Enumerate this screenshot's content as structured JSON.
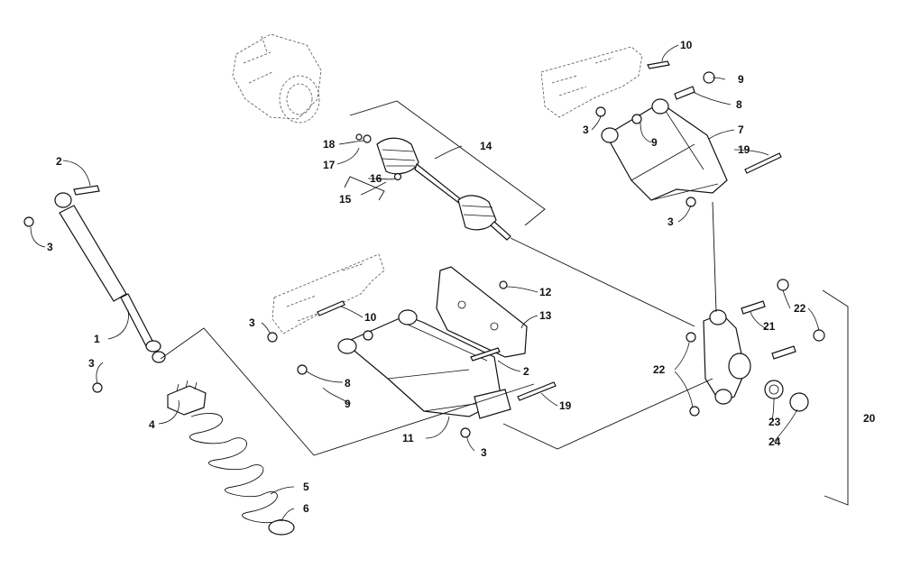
{
  "diagram": {
    "callouts": [
      {
        "id": "c1",
        "text": "1"
      },
      {
        "id": "c2a",
        "text": "2"
      },
      {
        "id": "c2b",
        "text": "2"
      },
      {
        "id": "c3a",
        "text": "3"
      },
      {
        "id": "c3b",
        "text": "3"
      },
      {
        "id": "c3c",
        "text": "3"
      },
      {
        "id": "c3d",
        "text": "3"
      },
      {
        "id": "c3e",
        "text": "3"
      },
      {
        "id": "c3f",
        "text": "3"
      },
      {
        "id": "c4",
        "text": "4"
      },
      {
        "id": "c5",
        "text": "5"
      },
      {
        "id": "c6",
        "text": "6"
      },
      {
        "id": "c7",
        "text": "7"
      },
      {
        "id": "c8a",
        "text": "8"
      },
      {
        "id": "c8b",
        "text": "8"
      },
      {
        "id": "c9a",
        "text": "9"
      },
      {
        "id": "c9b",
        "text": "9"
      },
      {
        "id": "c9c",
        "text": "9"
      },
      {
        "id": "c10a",
        "text": "10"
      },
      {
        "id": "c10b",
        "text": "10"
      },
      {
        "id": "c11",
        "text": "11"
      },
      {
        "id": "c12",
        "text": "12"
      },
      {
        "id": "c13",
        "text": "13"
      },
      {
        "id": "c14",
        "text": "14"
      },
      {
        "id": "c15",
        "text": "15"
      },
      {
        "id": "c16",
        "text": "16"
      },
      {
        "id": "c17",
        "text": "17"
      },
      {
        "id": "c18",
        "text": "18"
      },
      {
        "id": "c19a",
        "text": "19"
      },
      {
        "id": "c19b",
        "text": "19"
      },
      {
        "id": "c20",
        "text": "20"
      },
      {
        "id": "c21",
        "text": "21"
      },
      {
        "id": "c22a",
        "text": "22"
      },
      {
        "id": "c22b",
        "text": "22"
      },
      {
        "id": "c23",
        "text": "23"
      },
      {
        "id": "c24",
        "text": "24"
      }
    ]
  }
}
